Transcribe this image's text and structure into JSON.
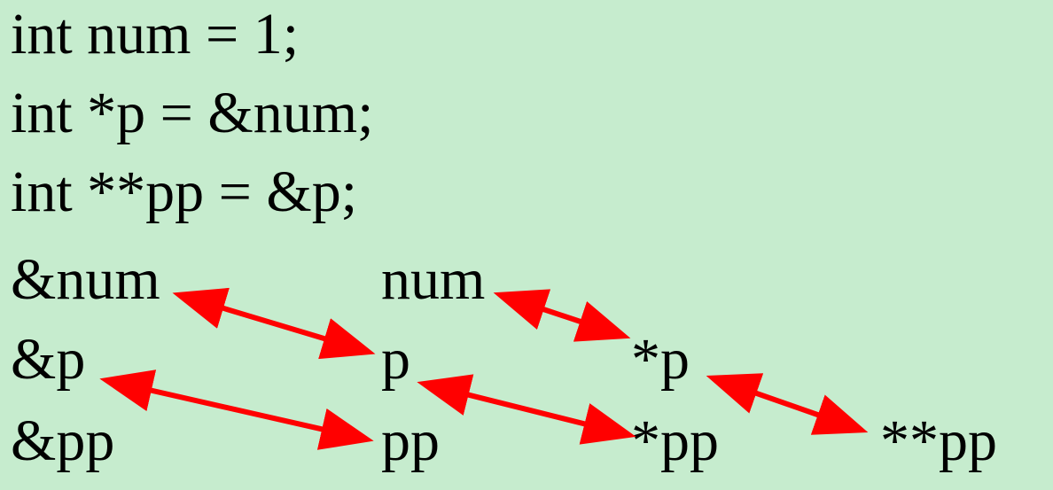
{
  "code_lines": [
    "int num = 1;",
    "int *p = &num;",
    "int **pp = &p;"
  ],
  "table_rows": [
    [
      "&num",
      "num",
      "",
      ""
    ],
    [
      "&p",
      "p",
      "*p",
      ""
    ],
    [
      "&pp",
      "pp",
      "*pp",
      "**pp"
    ]
  ],
  "colors": {
    "background": "#c6ecce",
    "text": "#000000",
    "arrow": "#ff0000"
  }
}
